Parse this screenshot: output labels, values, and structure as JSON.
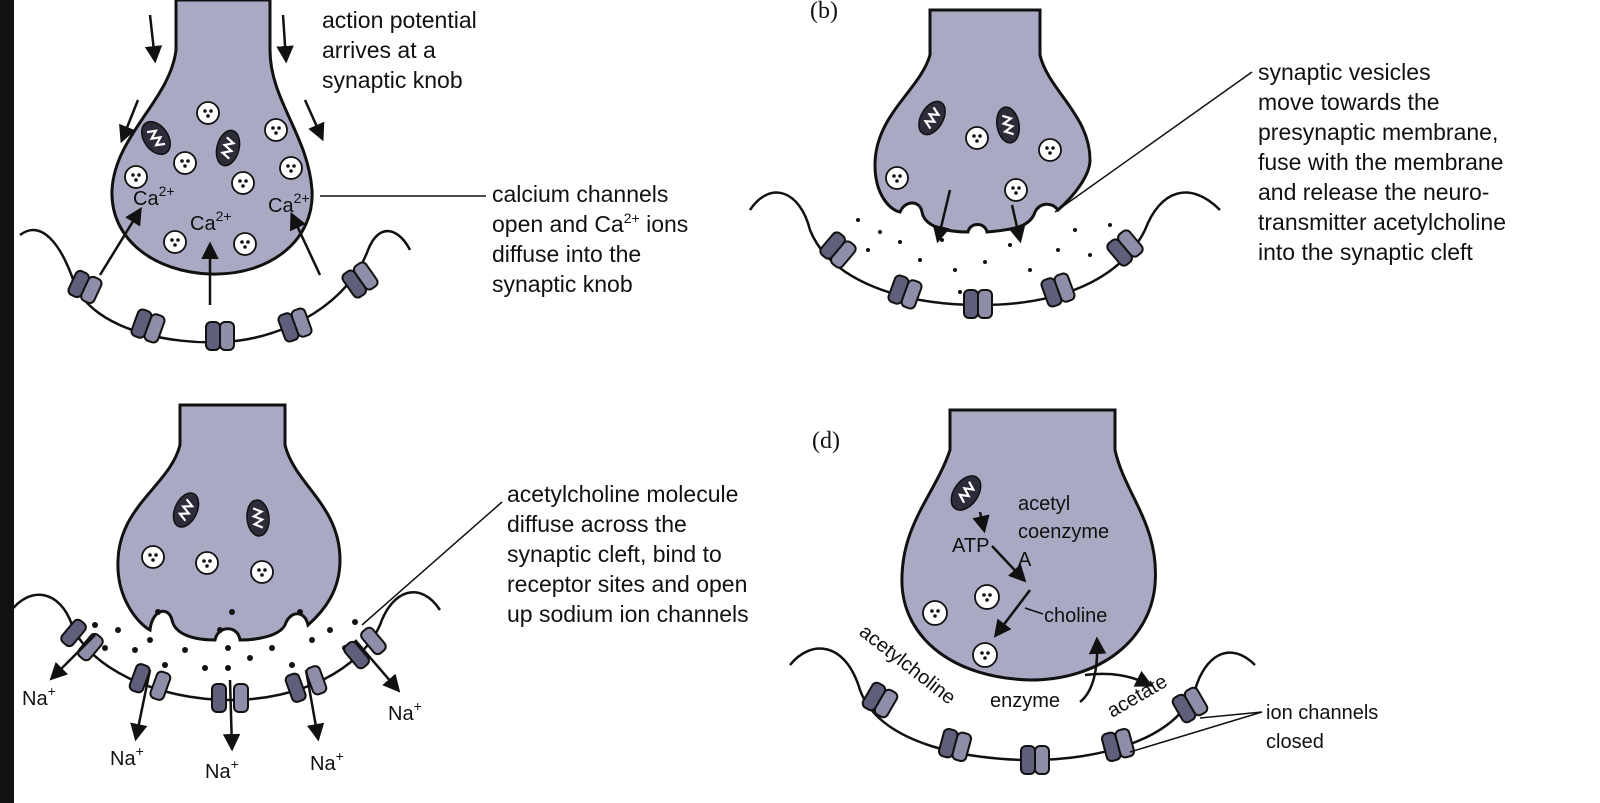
{
  "panels": {
    "a": {
      "letter": "",
      "caption_lines": [
        "action potential",
        "arrives at a",
        "synaptic knob"
      ],
      "ion_label": "Ca",
      "ion_charge": "2+",
      "channel_label_lines": [
        "calcium channels",
        "open and Ca",
        "diffuse into the",
        "synaptic knob"
      ],
      "channel_label_suffix": " ions"
    },
    "b": {
      "letter": "(b)",
      "caption_lines": [
        "synaptic vesicles",
        "move towards the",
        "presynaptic membrane,",
        "fuse with the membrane",
        "and release the neuro-",
        "transmitter acetylcholine",
        "into the synaptic cleft"
      ]
    },
    "c": {
      "letter": "",
      "caption_lines": [
        "acetylcholine molecule",
        "diffuse across the",
        "synaptic cleft, bind to",
        "receptor sites and open",
        "up sodium ion channels"
      ],
      "ion_label": "Na",
      "ion_charge": "+"
    },
    "d": {
      "letter": "(d)",
      "acetyl_lines": [
        "acetyl",
        "coenzyme"
      ],
      "a_label": "A",
      "atp_label": "ATP",
      "choline_label": "choline",
      "ach_label": "acetylcholine",
      "enzyme_label": "enzyme",
      "acetate_label": "acetate",
      "closed_lines": [
        "ion channels",
        "closed"
      ]
    }
  },
  "colors": {
    "knob_fill": "#a9a9c3",
    "channel_light": "#8e8ea8",
    "channel_dark": "#5f5f7c",
    "mitochondrion": "#2c2c3a"
  }
}
